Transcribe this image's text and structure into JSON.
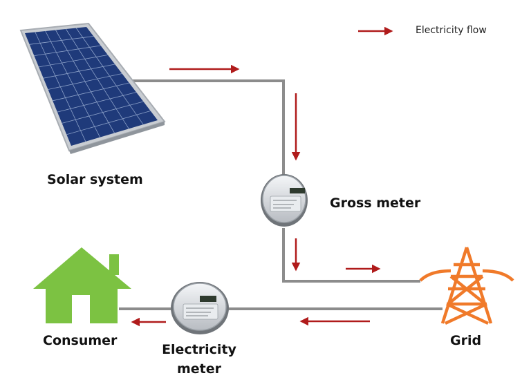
{
  "legend": {
    "label": "Electricity flow"
  },
  "nodes": {
    "solar": {
      "label": "Solar system"
    },
    "gross_meter": {
      "label": "Gross meter"
    },
    "grid": {
      "label": "Grid"
    },
    "consumer": {
      "label": "Consumer"
    },
    "electricity_meter": {
      "label_line1": "Electricity",
      "label_line2": "meter"
    }
  },
  "colors": {
    "wire": "#8c8c8c",
    "arrow": "#b01b1b",
    "house": "#7cc242",
    "tower": "#f07a2a",
    "panel_frame": "#b9bec4",
    "panel_cell": "#1f3a7a"
  },
  "icons": [
    "solar-panel-icon",
    "meter-icon",
    "transmission-tower-icon",
    "house-icon",
    "arrow-icon"
  ]
}
